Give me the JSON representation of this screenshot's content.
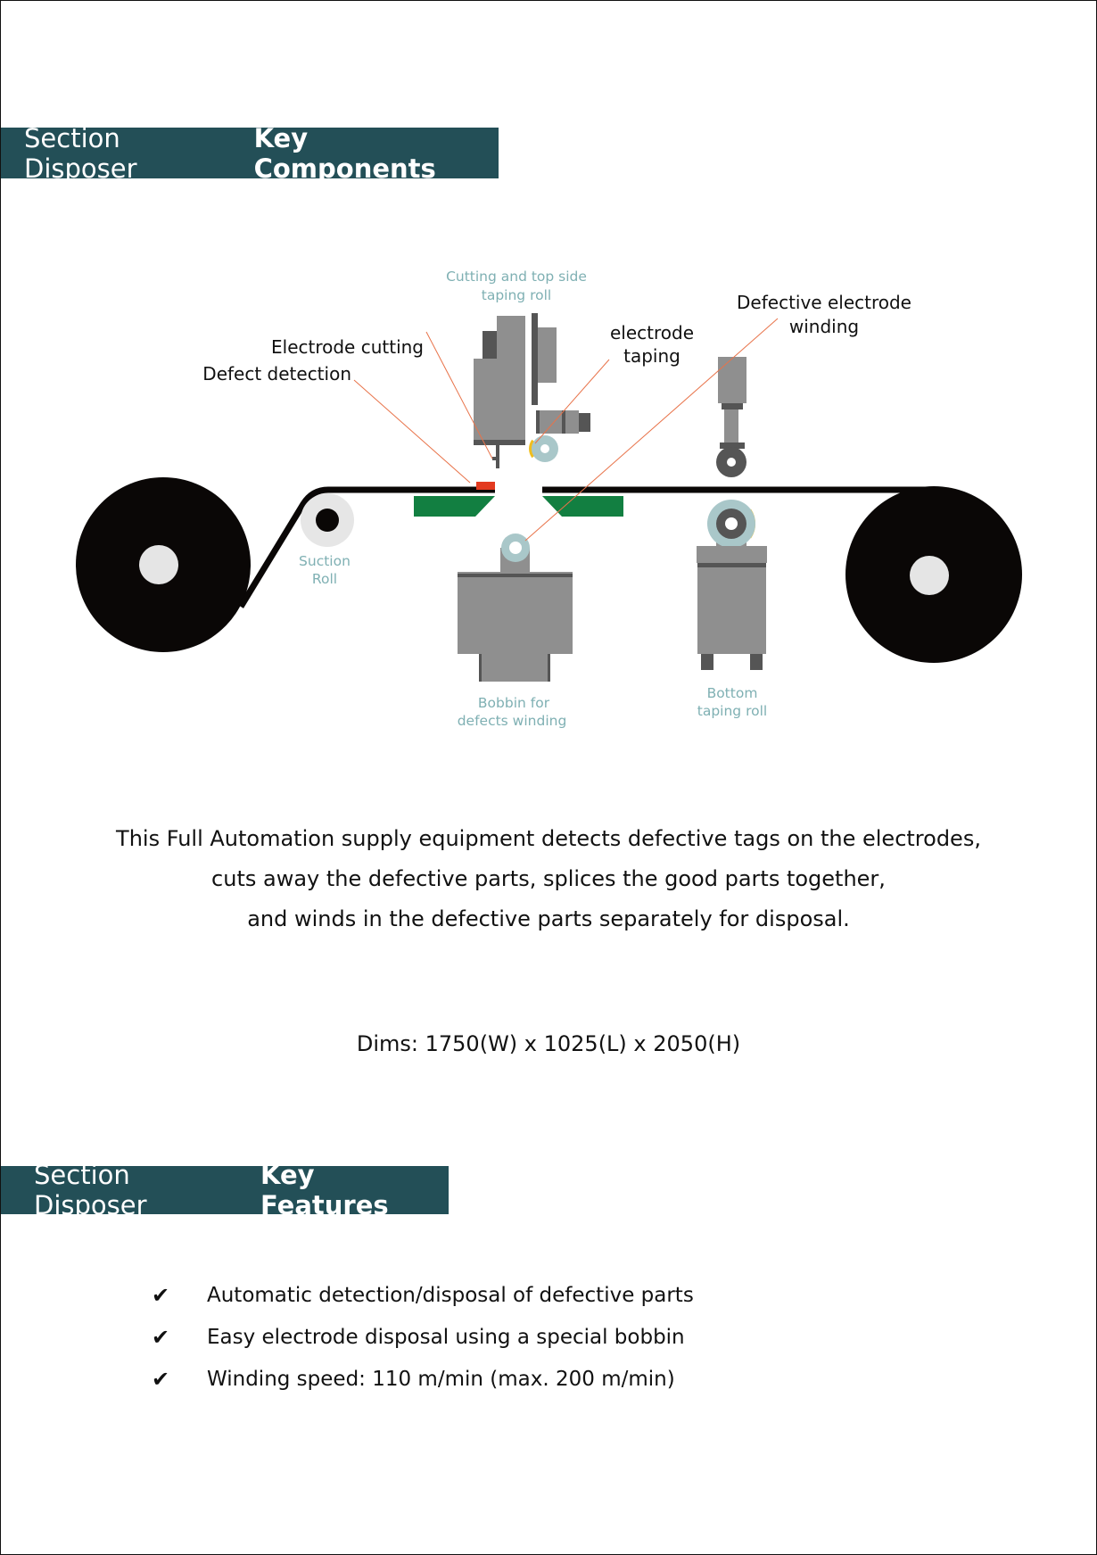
{
  "components_header": {
    "prefix": "Section Disposer_",
    "bold": "Key Components"
  },
  "diagram": {
    "labels": {
      "cutting_top_1": "Cutting and top side",
      "cutting_top_2": "taping roll",
      "electrode_cutting": "Electrode cutting",
      "defect_detection": "Defect detection",
      "electrode_taping_1": "electrode",
      "electrode_taping_2": "taping",
      "defective_winding_1": "Defective electrode",
      "defective_winding_2": "winding",
      "suction_1": "Suction",
      "suction_2": "Roll",
      "bobbin_1": "Bobbin for",
      "bobbin_2": "defects winding",
      "bottom_1": "Bottom",
      "bottom_2": "taping roll"
    },
    "colors": {
      "machine": "#8f8f8f",
      "dark": "#555555",
      "roll": "#0a0706",
      "green": "#127f41",
      "red": "#e33a1f",
      "leader": "#e8734a",
      "taping_roll": "#a9c7c9",
      "yellow": "#f0be1d"
    }
  },
  "description": {
    "line1": "This Full Automation supply equipment detects defective tags on the electrodes,",
    "line2": "cuts away the defective parts, splices the good parts together,",
    "line3": "and winds in the defective parts separately for disposal."
  },
  "dims": "Dims: 1750(W) x 1025(L) x 2050(H)",
  "features_header": {
    "prefix": "Section Disposer_",
    "bold": "Key Features"
  },
  "features": [
    "Automatic detection/disposal of defective parts",
    "Easy electrode disposal using a special bobbin",
    "Winding speed: 110 m/min (max. 200 m/min)"
  ]
}
